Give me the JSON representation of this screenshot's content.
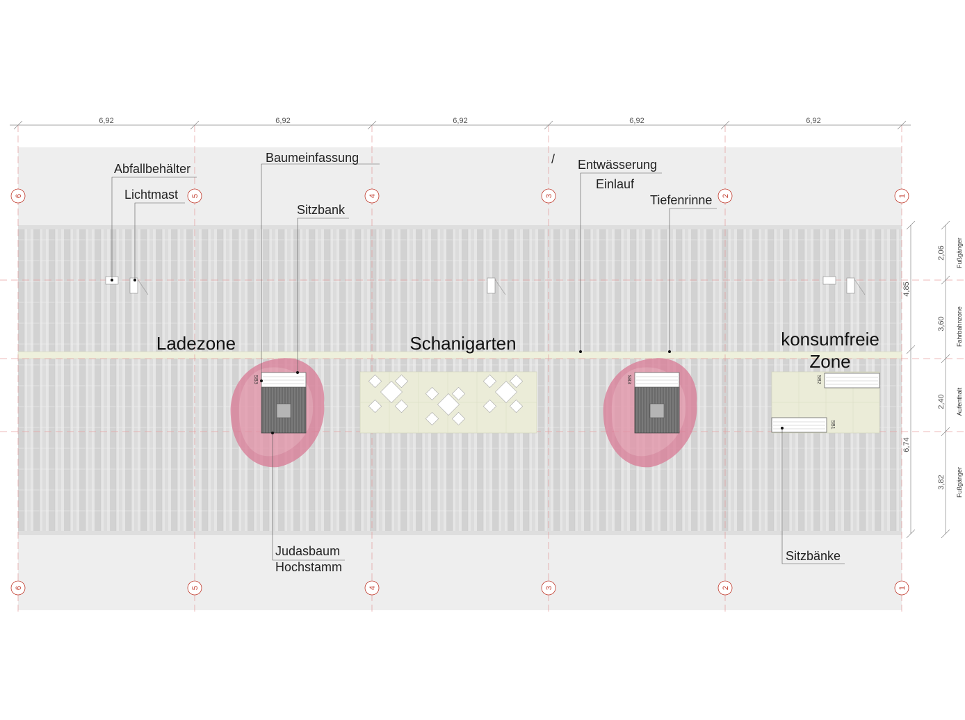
{
  "grid_dimensions": [
    "6,92",
    "6,92",
    "6,92",
    "6,92",
    "6,92"
  ],
  "axis_marks": [
    "6",
    "5",
    "4",
    "3",
    "2",
    "1"
  ],
  "zones": {
    "ladezone": "Ladezone",
    "schanigarten": "Schanigarten",
    "konsumfrei_1": "konsumfreie",
    "konsumfrei_2": "Zone"
  },
  "labels": {
    "abfall": "Abfallbehälter",
    "lichtmast": "Lichtmast",
    "baumeinfassung": "Baumeinfassung",
    "sitzbank": "Sitzbank",
    "entwaesserung": "Entwässerung",
    "einlauf": "Einlauf",
    "tiefenrinne": "Tiefenrinne",
    "judasbaum_1": "Judasbaum",
    "judasbaum_2": "Hochstamm",
    "sitzbaenke": "Sitzbänke",
    "slash": "/"
  },
  "bench_codes": {
    "sb3_a": "SB3",
    "sb3_b": "SB3",
    "sb2": "SB2",
    "sb1": "SB1"
  },
  "right_dimensions": {
    "fussgaenger_top": "2,06",
    "fahrbahn": "3,60",
    "aufenthalt": "2,40",
    "fussgaenger_bottom": "3,82",
    "total_top": "4,85",
    "total_bottom": "6,74"
  },
  "right_zone_labels": {
    "fussgaenger_top": "Fußgänger",
    "fahrbahn": "Fahrbahnzone",
    "aufenthalt": "Aufenthalt",
    "fussgaenger_bottom": "Fußgänger"
  },
  "colors": {
    "background_band": "#eeeeee",
    "paving_light": "#e4e4e4",
    "paving_dark": "#cfcfcf",
    "median_strip": "#eef0dc",
    "seating_area": "#ebecd8",
    "tree_canopy": "#d97a95",
    "tree_grate": "#6f6f6f",
    "axis_marker": "#c0392b",
    "ink": "#222222"
  }
}
